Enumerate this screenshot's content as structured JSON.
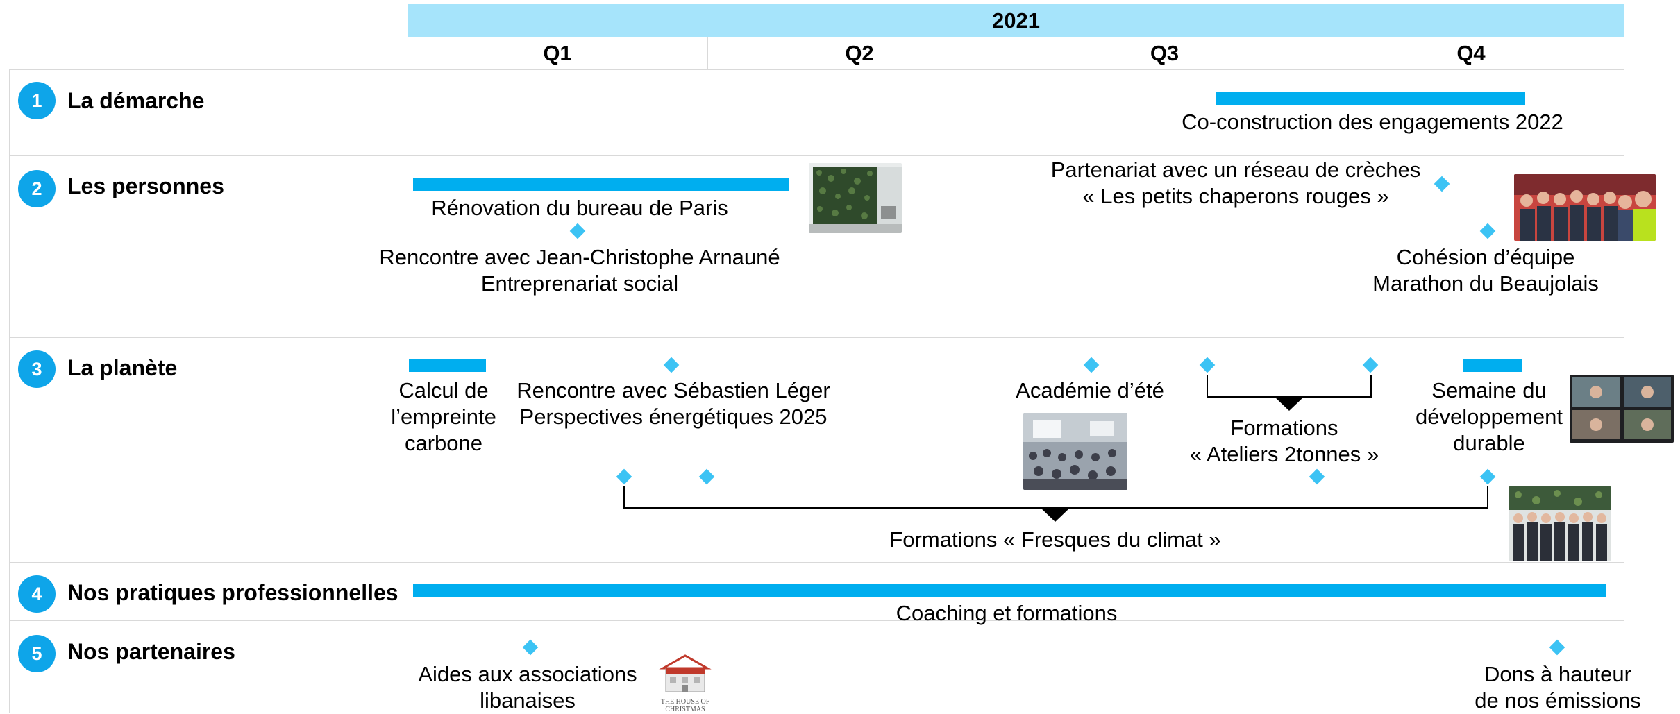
{
  "header": {
    "year": "2021",
    "quarters": [
      "Q1",
      "Q2",
      "Q3",
      "Q4"
    ]
  },
  "rows": [
    {
      "number": "1",
      "title": "La démarche"
    },
    {
      "number": "2",
      "title": "Les personnes"
    },
    {
      "number": "3",
      "title": "La planète"
    },
    {
      "number": "4",
      "title": "Nos pratiques professionnelles"
    },
    {
      "number": "5",
      "title": "Nos partenaires"
    }
  ],
  "items": {
    "coconstruction": "Co-construction des engagements 2022",
    "renovation": "Rénovation du bureau de Paris",
    "rencontre_jc_line1": "Rencontre avec Jean-Christophe Arnauné",
    "rencontre_jc_line2": "Entreprenariat social",
    "creches_line1": "Partenariat avec un réseau de crèches",
    "creches_line2": "« Les petits chaperons rouges »",
    "cohesion_line1": "Cohésion d’équipe",
    "cohesion_line2": "Marathon du Beaujolais",
    "calcul_line1": "Calcul de",
    "calcul_line2": "l’empreinte",
    "calcul_line3": "carbone",
    "rencontre_sl_line1": "Rencontre avec Sébastien Léger",
    "rencontre_sl_line2": "Perspectives énergétiques 2025",
    "academie": "Académie d’été",
    "ateliers_line1": "Formations",
    "ateliers_line2": "« Ateliers 2tonnes »",
    "semaine_line1": "Semaine du",
    "semaine_line2": "développement",
    "semaine_line3": "durable",
    "fresques": "Formations « Fresques du climat »",
    "coaching": "Coaching et formations",
    "aides_line1": "Aides aux associations",
    "aides_line2": "libanaises",
    "dons_line1": "Dons à hauteur",
    "dons_line2": "de nos émissions",
    "logo_line1": "THE HOUSE OF",
    "logo_line2": "CHRISTMAS"
  },
  "colors": {
    "header_band": "#a6e4fb",
    "accent": "#00aeef",
    "diamond": "#3cc3f4",
    "circle": "#0ea5e9",
    "grid": "#d9d9d9"
  }
}
